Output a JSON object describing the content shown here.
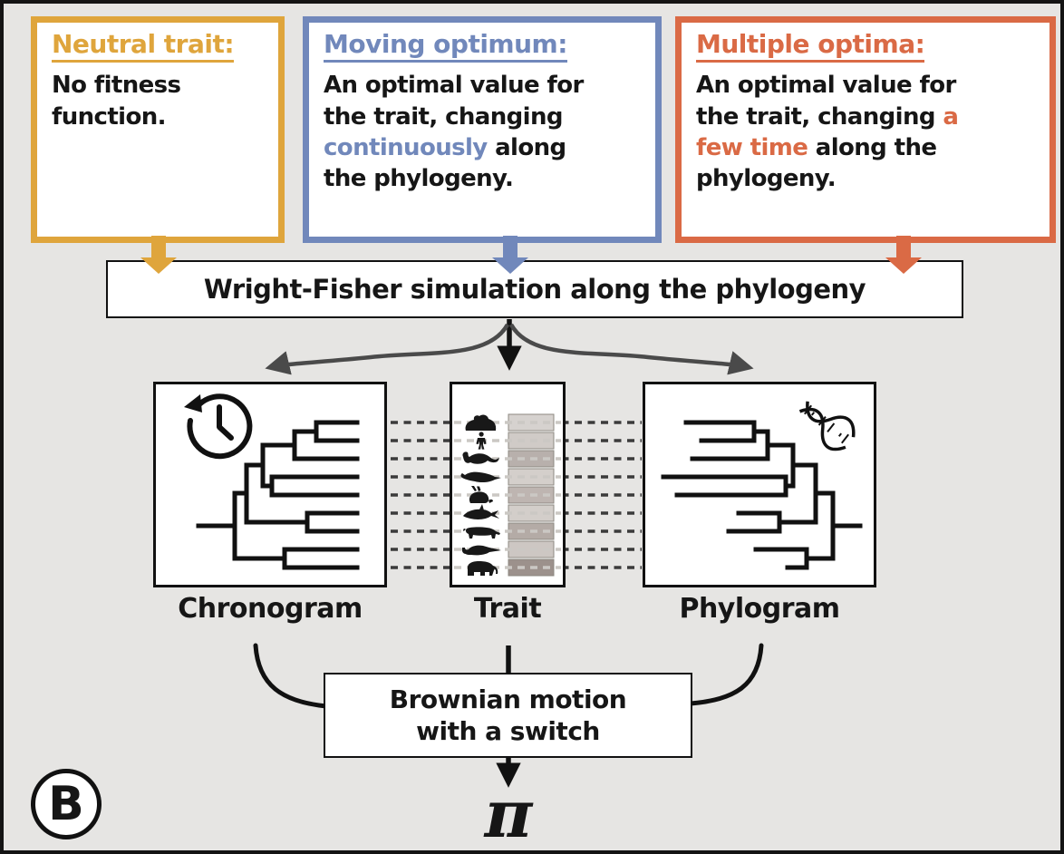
{
  "figure_label": "B",
  "background_color": "#E6E5E3",
  "top_boxes": [
    {
      "name": "neutral-trait",
      "accent": "#DFA53C",
      "title": "Neutral trait:",
      "lines": [
        [
          {
            "t": "No fitness"
          }
        ],
        [
          {
            "t": "function."
          }
        ]
      ]
    },
    {
      "name": "moving-optimum",
      "accent": "#7188BB",
      "title": "Moving optimum:",
      "lines": [
        [
          {
            "t": "An optimal value for"
          }
        ],
        [
          {
            "t": "the trait, changing"
          }
        ],
        [
          {
            "t": "continuously",
            "a": true
          },
          {
            "t": " along"
          }
        ],
        [
          {
            "t": "the phylogeny."
          }
        ]
      ]
    },
    {
      "name": "multiple-optima",
      "accent": "#DA6A45",
      "title": "Multiple optima:",
      "lines": [
        [
          {
            "t": "An optimal value for"
          }
        ],
        [
          {
            "t": "the trait, changing "
          },
          {
            "t": "a",
            "a": true
          }
        ],
        [
          {
            "t": "few time",
            "a": true
          },
          {
            "t": " along the"
          }
        ],
        [
          {
            "t": "phylogeny."
          }
        ]
      ]
    }
  ],
  "wf_bar": {
    "label": "Wright-Fisher simulation along the phylogeny"
  },
  "panels": {
    "chronogram": {
      "label": "Chronogram",
      "icon": "clock-history-icon"
    },
    "trait": {
      "label": "Trait",
      "rows": [
        {
          "animal": "gorilla",
          "shade": "#D6D2CF"
        },
        {
          "animal": "human",
          "shade": "#D0CBC7"
        },
        {
          "animal": "monkey",
          "shade": "#B8B0AC"
        },
        {
          "animal": "rat",
          "shade": "#D4CFCB"
        },
        {
          "animal": "rabbit",
          "shade": "#BEB5B1"
        },
        {
          "animal": "orca",
          "shade": "#D3CECA"
        },
        {
          "animal": "cow",
          "shade": "#B4ABA6"
        },
        {
          "animal": "anteater",
          "shade": "#CDC7C3"
        },
        {
          "animal": "elephant",
          "shade": "#9C918C"
        }
      ]
    },
    "phylogram": {
      "label": "Phylogram",
      "icon": "dna-icon"
    }
  },
  "bottom_box": {
    "line1": "Brownian motion",
    "line2": "with a switch"
  },
  "output_symbol": "π",
  "connector_colors": {
    "split_arrows": "#4a4a4a",
    "main_arrows": "#111111",
    "dashes_outer": "#3b3b3b",
    "dashes_inner": "#CBC8C4",
    "tree_stroke": "#111111"
  }
}
